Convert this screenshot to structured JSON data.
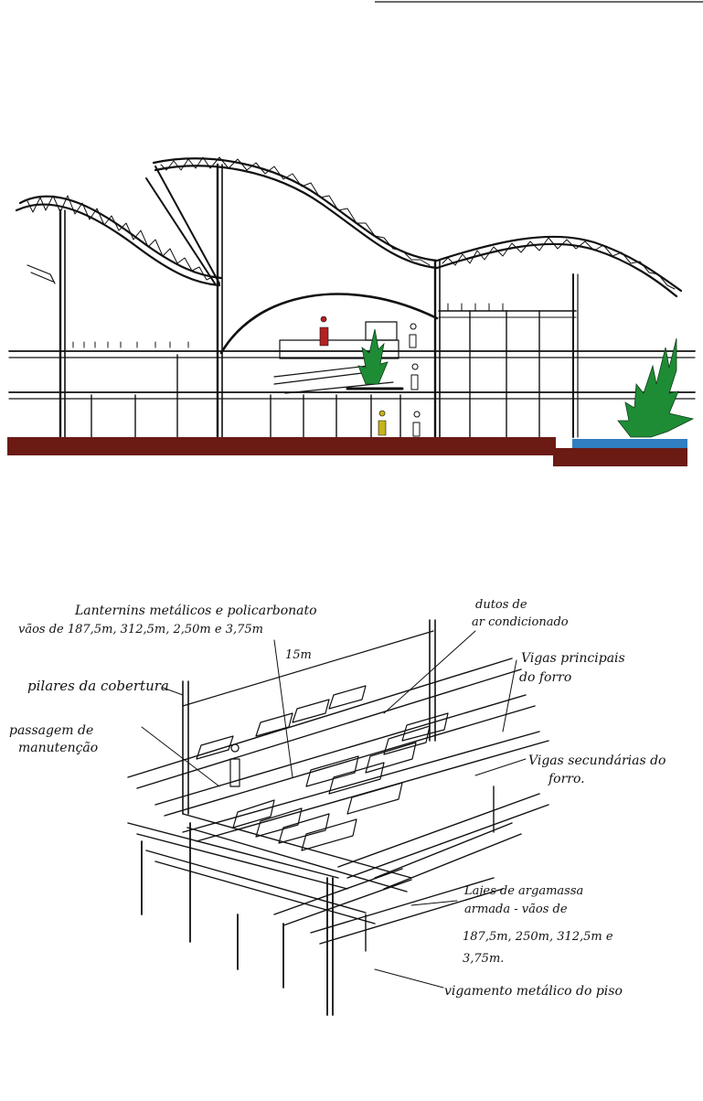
{
  "section_drawing": {
    "colors": {
      "ground": "#6b1a14",
      "plant": "#1e8c35",
      "water": "#2f7fc1",
      "figure_red": "#b22222",
      "figure_yellow": "#c7b21c"
    }
  },
  "axonometric_drawing": {
    "labels": {
      "skylight_title": "Lanternins metálicos e policarbonato",
      "skylight_spans": "vãos de 187,5m, 312,5m, 2,50m e 3,75m",
      "dimension": "15m",
      "air_ducts_1": "dutos de",
      "air_ducts_2": "ar condicionado",
      "main_beams_1": "Vigas principais",
      "main_beams_2": "do forro",
      "roof_pillars": "pilares da cobertura",
      "walkway_1": "passagem de",
      "walkway_2": "manutenção",
      "secondary_beams_1": "Vigas secundárias do",
      "secondary_beams_2": "forro.",
      "slabs_1": "Lajes de argamassa",
      "slabs_2": "armada - vãos de",
      "slabs_3": "187,5m, 250m, 312,5m e",
      "slabs_4": "3,75m.",
      "floor_beams": "vigamento metálico do piso"
    }
  }
}
